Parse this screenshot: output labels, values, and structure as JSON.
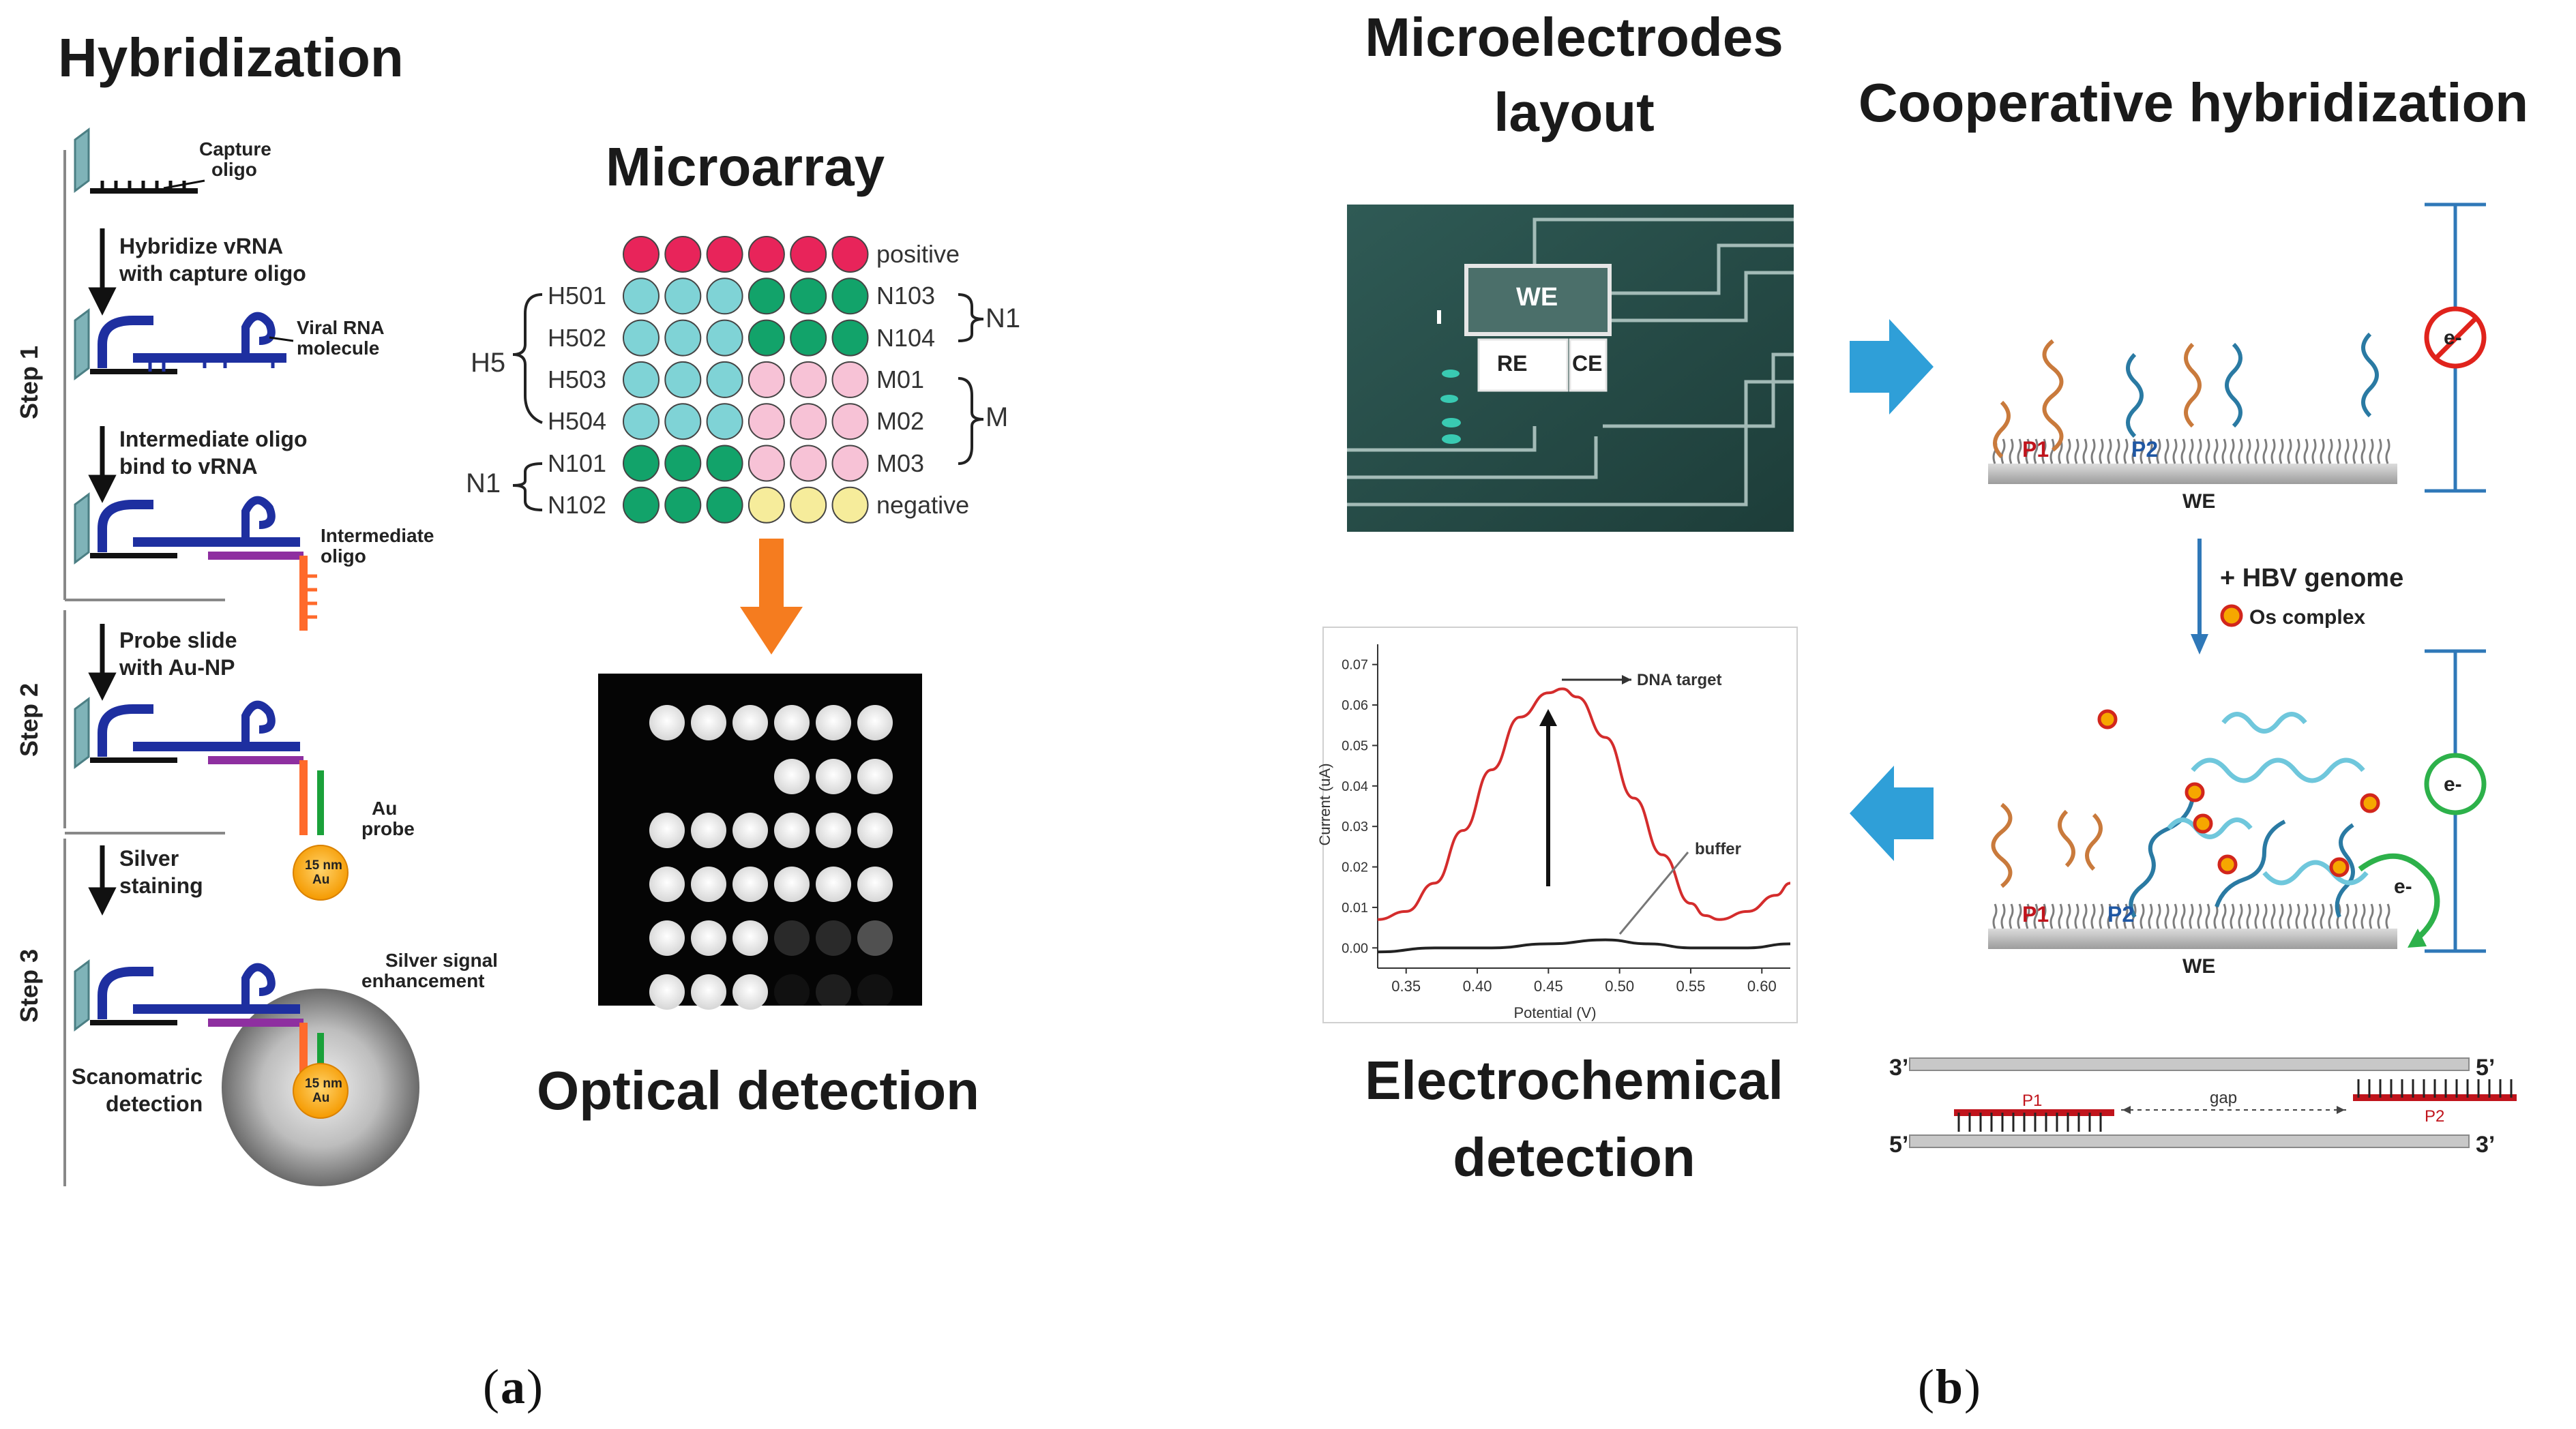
{
  "panel_a": {
    "title": "Hybridization",
    "steps": [
      "Step 1",
      "Step 2",
      "Step 3"
    ],
    "labels": {
      "capture_oligo": [
        "Capture",
        "oligo"
      ],
      "hybridize": [
        "Hybridize vRNA",
        "with capture oligo"
      ],
      "viral_rna": [
        "Viral RNA",
        "molecule"
      ],
      "intermediate_bind": [
        "Intermediate oligo",
        "bind to vRNA"
      ],
      "intermediate_oligo": [
        "Intermediate",
        "oligo"
      ],
      "probe_slide": [
        "Probe slide",
        "with Au-NP"
      ],
      "au_probe": [
        "Au",
        "probe"
      ],
      "nm_au": [
        "15 nm",
        "Au"
      ],
      "silver_staining": [
        "Silver",
        "staining"
      ],
      "silver_signal": [
        "Silver signal",
        "enhancement"
      ],
      "scanomatric": [
        "Scanomatric",
        "detection"
      ]
    },
    "microarray": {
      "title": "Microarray",
      "row_labels_left": [
        "H501",
        "H502",
        "H503",
        "H504",
        "N101",
        "N102"
      ],
      "row_labels_right": [
        "positive",
        "N103",
        "N104",
        "M01",
        "M02",
        "M03",
        "negative"
      ],
      "group_labels": {
        "h5": "H5",
        "n1_left": "N1",
        "n1_right": "N1",
        "m": "M"
      },
      "colors": {
        "pink": "#e8245a",
        "teal": "#7fd3d6",
        "green": "#12a36a",
        "lightpink": "#f7c2d6",
        "yellow": "#f6ec9b"
      }
    },
    "optical_title": "Optical detection",
    "caption": {
      "open": "(",
      "letter": "a",
      "close": ")"
    }
  },
  "panel_b": {
    "microelectrodes_title": [
      "Microelectrodes",
      "layout"
    ],
    "electrode_labels": {
      "we": "WE",
      "re": "RE",
      "ce": "CE"
    },
    "cooperative_title": "Cooperative hybridization",
    "probe_labels": {
      "p1": "P1",
      "p2": "P2",
      "we": "WE"
    },
    "hbv": "+ HBV genome",
    "os_complex": "Os complex",
    "electron": "e-",
    "electrochemical_title": [
      "Electrochemical",
      "detection"
    ],
    "gap_diagram": {
      "end3": "3’",
      "end5": "5’",
      "p1": "P1",
      "p2": "P2",
      "gap": "gap"
    },
    "caption": {
      "open": "(",
      "letter": "b",
      "close": ")"
    }
  },
  "chart_data": {
    "type": "line",
    "xlabel": "Potential (V)",
    "ylabel": "Current (uA)",
    "xlim": [
      0.33,
      0.62
    ],
    "ylim": [
      -0.005,
      0.075
    ],
    "xticks": [
      "0.35",
      "0.40",
      "0.45",
      "0.50",
      "0.55",
      "0.60"
    ],
    "yticks": [
      "0.00",
      "0.01",
      "0.02",
      "0.03",
      "0.04",
      "0.05",
      "0.06",
      "0.07"
    ],
    "series": [
      {
        "name": "DNA target",
        "color": "#d42c2c",
        "x": [
          0.33,
          0.35,
          0.37,
          0.39,
          0.41,
          0.43,
          0.45,
          0.46,
          0.47,
          0.49,
          0.51,
          0.53,
          0.55,
          0.56,
          0.57,
          0.59,
          0.61,
          0.62
        ],
        "y": [
          0.007,
          0.009,
          0.016,
          0.029,
          0.044,
          0.057,
          0.063,
          0.064,
          0.062,
          0.052,
          0.037,
          0.023,
          0.011,
          0.008,
          0.007,
          0.009,
          0.013,
          0.016
        ]
      },
      {
        "name": "buffer",
        "color": "#222222",
        "x": [
          0.33,
          0.37,
          0.41,
          0.45,
          0.49,
          0.52,
          0.55,
          0.59,
          0.62
        ],
        "y": [
          -0.001,
          0.0,
          0.0,
          0.001,
          0.002,
          0.001,
          0.0,
          0.0,
          0.001
        ]
      }
    ]
  }
}
